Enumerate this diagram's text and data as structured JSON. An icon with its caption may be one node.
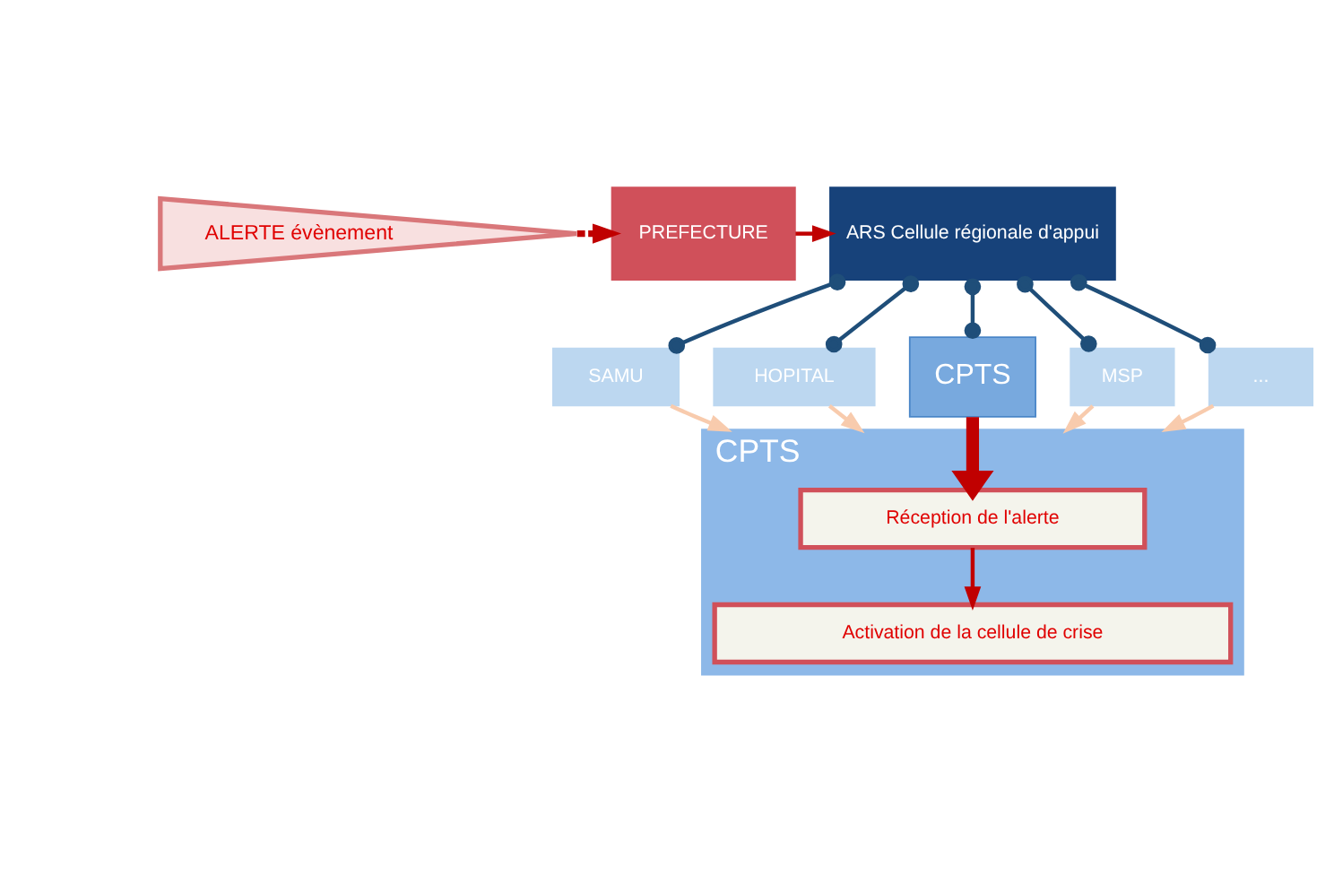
{
  "diagram": {
    "nodes": [
      {
        "text": [
          "ALERTE évènement"
        ]
      },
      {
        "text": [
          "PREFECTURE"
        ]
      },
      {
        "text": [
          "ARS Cellule régionale d'appui"
        ]
      },
      {
        "text": [
          "SAMU"
        ]
      },
      {
        "text": [
          "HOPITAL"
        ]
      },
      {
        "text": [
          "CPTS"
        ]
      },
      {
        "text": [
          "MSP"
        ]
      },
      {
        "text": [
          "..."
        ]
      },
      {
        "text": [
          "CPTS"
        ]
      },
      {
        "text": [
          "Réception de l'alerte"
        ],
        "in": 8
      },
      {
        "text": [
          "Activation de la cellule de crise"
        ],
        "in": 8
      }
    ],
    "edges": [
      {
        "from": 0,
        "to": 1,
        "arrow": "to",
        "style": "dashed",
        "color": "#c00000"
      },
      {
        "from": 1,
        "to": 2,
        "arrow": "to",
        "color": "#c00000"
      },
      {
        "from": 2,
        "to": 3,
        "arrow": "other",
        "color": "#1f4e79"
      },
      {
        "from": 2,
        "to": 4,
        "arrow": "other",
        "color": "#1f4e79"
      },
      {
        "from": 2,
        "to": 5,
        "arrow": "other",
        "color": "#1f4e79"
      },
      {
        "from": 2,
        "to": 6,
        "arrow": "other",
        "color": "#1f4e79"
      },
      {
        "from": 2,
        "to": 7,
        "arrow": "other",
        "color": "#1f4e79"
      },
      {
        "from": 3,
        "to": 8,
        "arrow": "to",
        "color": "#f8cbad"
      },
      {
        "from": 4,
        "to": 8,
        "arrow": "to",
        "color": "#f8cbad"
      },
      {
        "from": 5,
        "to": 9,
        "arrow": "to",
        "style": "thick",
        "color": "#c00000"
      },
      {
        "from": 6,
        "to": 8,
        "arrow": "to",
        "color": "#f8cbad"
      },
      {
        "from": 7,
        "to": 8,
        "arrow": "to",
        "color": "#f8cbad"
      },
      {
        "from": 9,
        "to": 10,
        "arrow": "to",
        "color": "#c00000"
      }
    ]
  }
}
